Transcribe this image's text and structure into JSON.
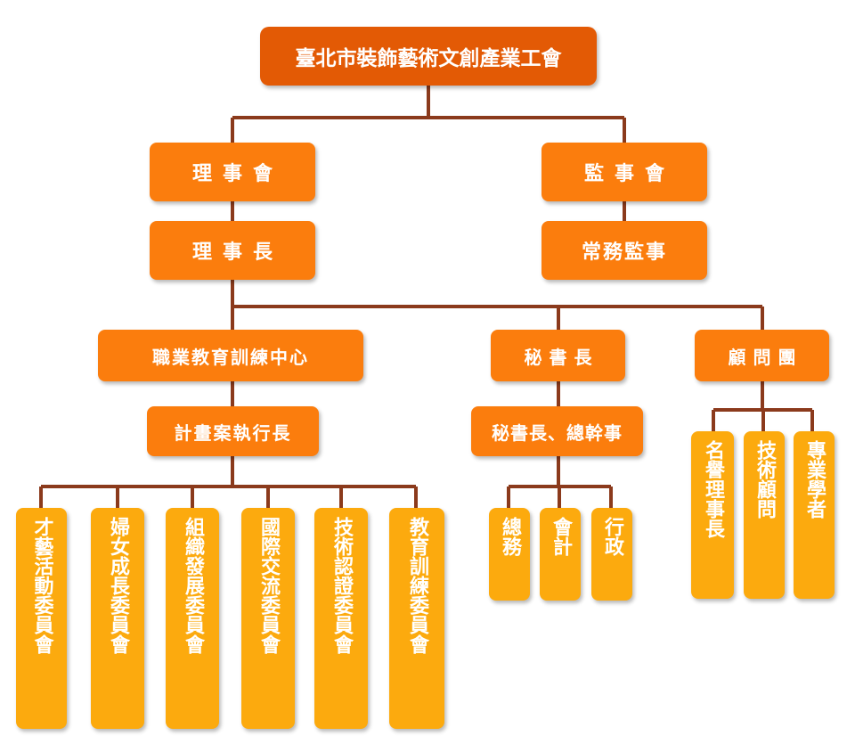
{
  "colors": {
    "line": "#8b3a1c",
    "top": "#e35a05",
    "mid": "#fb7d0d",
    "leaf": "#fcaa0e"
  },
  "org": {
    "root": "臺北市裝飾藝術文創產業工會",
    "board": "理事會",
    "chairman": "理事長",
    "supervisors": "監事會",
    "standing_supervisor": "常務監事",
    "training_center": "職業教育訓練中心",
    "project_executive": "計畫案執行長",
    "secretary_general": "秘書長",
    "secretary_staff": "秘書長、總幹事",
    "advisory_group": "顧問團",
    "committees": [
      "才藝活動委員會",
      "婦女成長委員會",
      "組織發展委員會",
      "國際交流委員會",
      "技術認證委員會",
      "教育訓練委員會"
    ],
    "secretariat_units": [
      "總務",
      "會計",
      "行政"
    ],
    "advisors": [
      "名譽理事長",
      "技術顧問",
      "專業學者"
    ]
  }
}
